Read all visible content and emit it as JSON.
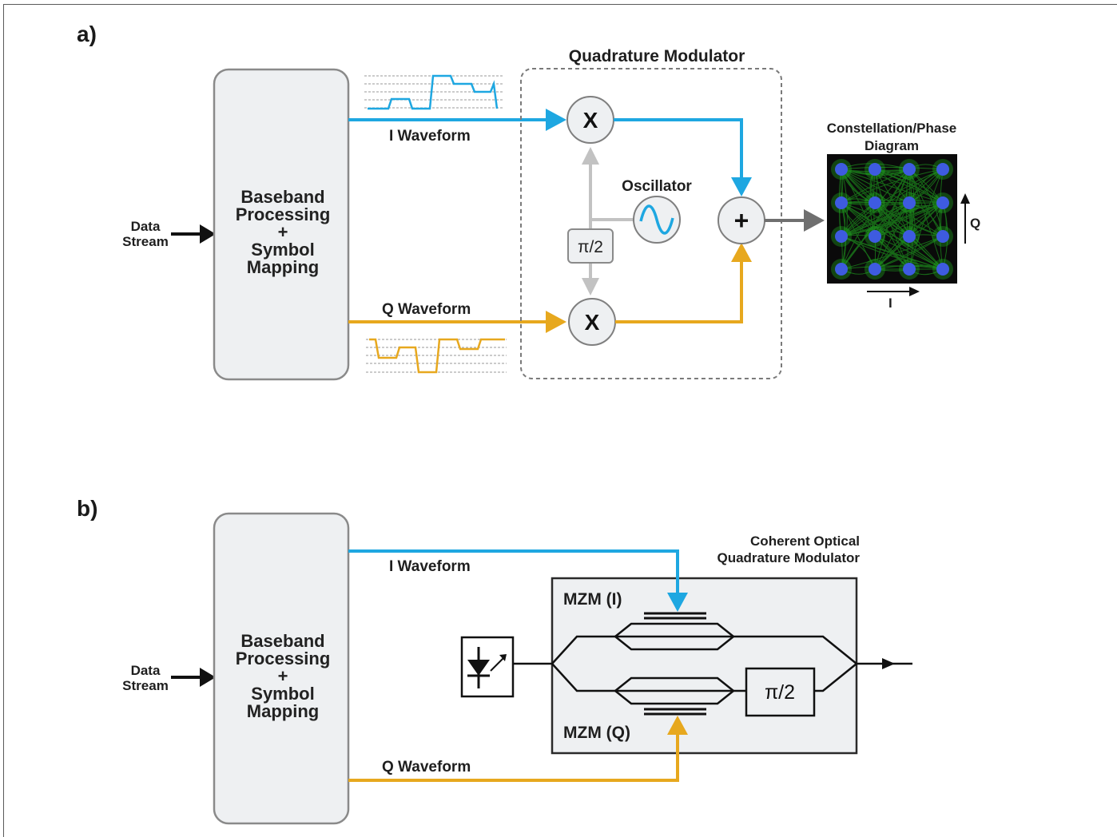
{
  "panels": {
    "a": {
      "label": "a)",
      "input_label_line1": "Data",
      "input_label_line2": "Stream",
      "baseband_lines": [
        "Baseband",
        "Processing",
        "+",
        "Symbol",
        "Mapping"
      ],
      "modulator_title": "Quadrature Modulator",
      "i_waveform": "I Waveform",
      "q_waveform": "Q Waveform",
      "mixer_symbol": "X",
      "oscillator_label": "Oscillator",
      "phase_shift": "π/2",
      "sum_symbol": "+",
      "constellation_title_line1": "Constellation/Phase",
      "constellation_title_line2": "Diagram",
      "axis_q": "Q",
      "axis_i": "I"
    },
    "b": {
      "label": "b)",
      "input_label_line1": "Data",
      "input_label_line2": "Stream",
      "baseband_lines": [
        "Baseband",
        "Processing",
        "+",
        "Symbol",
        "Mapping"
      ],
      "i_waveform": "I Waveform",
      "q_waveform": "Q Waveform",
      "modulator_title_line1": "Coherent Optical",
      "modulator_title_line2": "Quadrature Modulator",
      "mzm_i": "MZM (I)",
      "mzm_q": "MZM (Q)",
      "phase_shift": "π/2"
    }
  },
  "colors": {
    "i_signal": "#1ea7e1",
    "q_signal": "#e7a81e",
    "box_fill": "#eef0f2",
    "constellation_bg": "#0a0a0a",
    "constellation_trace": "#23b523",
    "constellation_point": "#3e5be0"
  },
  "icons": [
    "sine-wave-icon",
    "laser-diode-icon",
    "arrow-icon"
  ]
}
